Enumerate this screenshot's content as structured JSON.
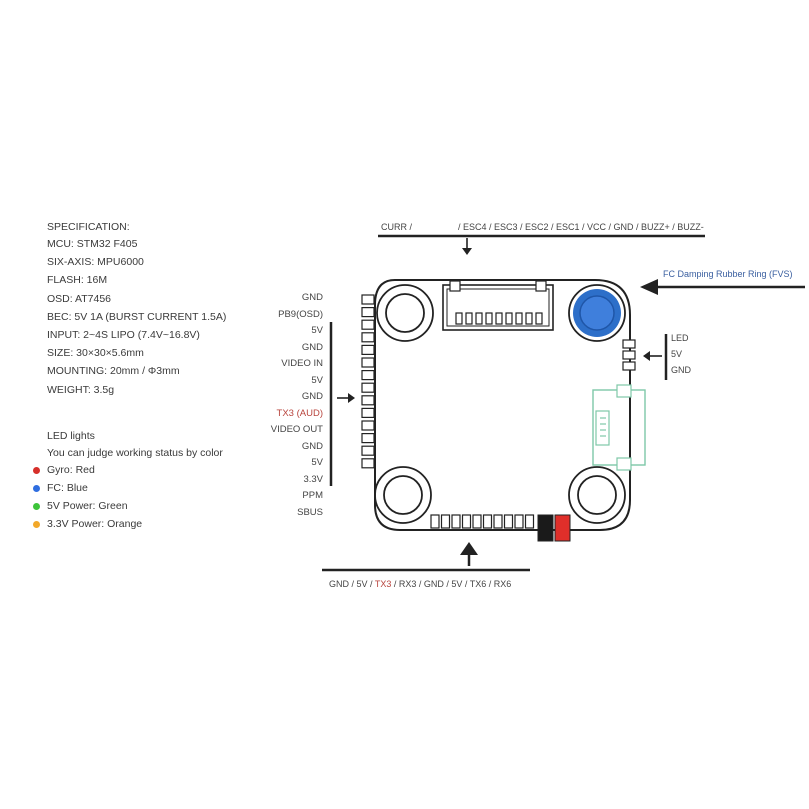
{
  "spec": {
    "title": "SPECIFICATION:",
    "lines": [
      "MCU: STM32 F405",
      "SIX-AXIS: MPU6000",
      "FLASH: 16M",
      "OSD: AT7456",
      "BEC: 5V 1A  (BURST CURRENT 1.5A)",
      "INPUT: 2~4S LIPO (7.4V~16.8V)",
      "SIZE: 30×30×5.6mm",
      "MOUNTING: 20mm / Φ3mm",
      "WEIGHT: 3.5g"
    ]
  },
  "leds": {
    "title": "LED lights",
    "subtitle": "You can judge working status by color",
    "items": [
      {
        "label": "Gyro: Red",
        "color": "#d62f2a"
      },
      {
        "label": "FC: Blue",
        "color": "#2f6ee0"
      },
      {
        "label": "5V Power: Green",
        "color": "#3dc43a"
      },
      {
        "label": "3.3V Power: Orange",
        "color": "#f2a82a"
      }
    ]
  },
  "top_header": {
    "left": "CURR /",
    "right": "/ ESC4 / ESC3 / ESC2 / ESC1 / VCC / GND / BUZZ+ / BUZZ-"
  },
  "damping_ring": {
    "label": "FC Damping Rubber Ring (FVS)",
    "color": "#2d6fc9"
  },
  "right_pins": [
    "LED",
    "5V",
    "GND"
  ],
  "left_pins": [
    {
      "label": "GND"
    },
    {
      "label": "PB9(OSD)"
    },
    {
      "label": "5V"
    },
    {
      "label": "GND"
    },
    {
      "label": "VIDEO IN"
    },
    {
      "label": "5V"
    },
    {
      "label": "GND"
    },
    {
      "label": "TX3 (AUD)",
      "color": "#b8443d"
    },
    {
      "label": "VIDEO OUT"
    },
    {
      "label": "GND"
    },
    {
      "label": "5V"
    },
    {
      "label": "3.3V"
    },
    {
      "label": "PPM"
    },
    {
      "label": "SBUS"
    }
  ],
  "bottom_header": {
    "part1": "GND / 5V / ",
    "part2": "TX3",
    "part3": " / RX3 / GND / 5V / TX6 / RX6"
  },
  "connector_colors": {
    "black": "#1a1a1a",
    "red": "#e02f2a"
  }
}
